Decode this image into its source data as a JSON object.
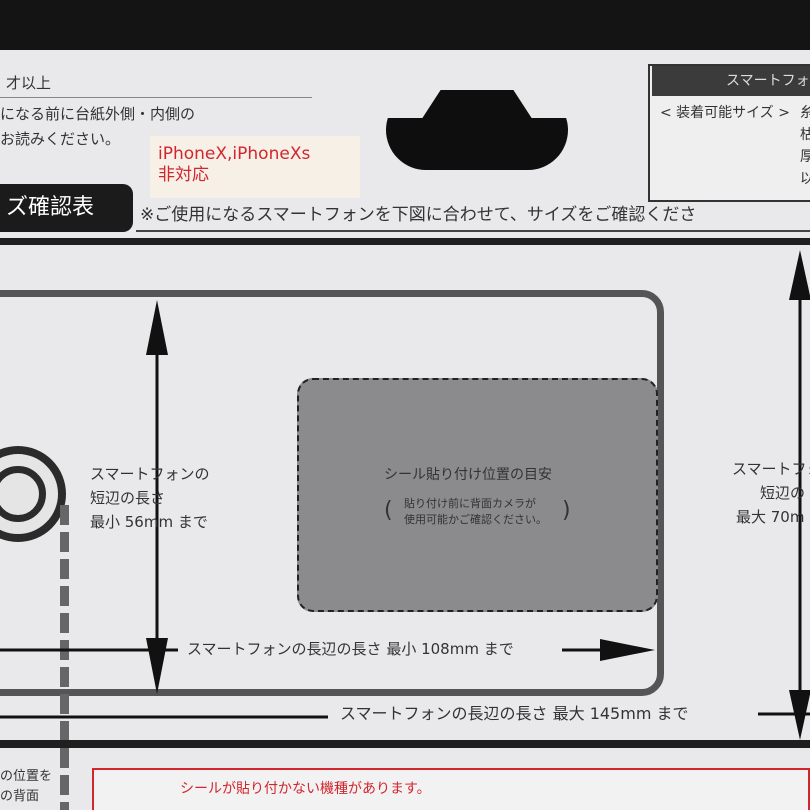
{
  "top_left_text": {
    "line1": "才以上",
    "line2": "になる前に台紙外側・内側の",
    "line3": "お読みください。"
  },
  "notice": {
    "line1": "iPhoneX,iPhoneXs",
    "line2": "非対応"
  },
  "section_badge": "ズ確認表",
  "instruction": "※ご使用になるスマートフォンを下図に合わせて、サイズをご確認くださ",
  "size_tag": {
    "header": "スマートフォン",
    "line1": "< 装着可能サイズ >",
    "c1": "糸",
    "c2": "枯",
    "c3": "厚",
    "c4": "以"
  },
  "short_min": {
    "line1": "スマートフォンの",
    "line2": "短辺の長さ",
    "line3": "最小 56mm まで"
  },
  "short_max": {
    "line1": "スマートフォ",
    "line2": "短辺の",
    "line3": "最大 70m"
  },
  "sticker": {
    "title": "シール貼り付け位置の目安",
    "note1": "貼り付け前に背面カメラが",
    "note2": "使用可能かご確認ください。"
  },
  "long_min": "スマートフォンの長辺の長さ 最小 108mm まで",
  "long_max": "スマートフォンの長辺の長さ 最大 145mm まで",
  "bottom_left": {
    "line1": "の位置を",
    "line2": "の背面"
  },
  "warning": "シールが貼り付かない機種があります。"
}
